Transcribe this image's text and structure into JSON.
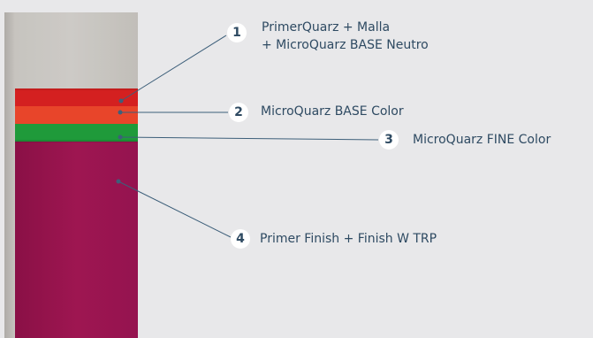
{
  "colors": {
    "background": "#e8e8ea",
    "concrete": "#bdbab5",
    "red_layer": "#d42020",
    "orange_layer": "#e8452a",
    "green_layer": "#1f9a3a",
    "magenta_layer": "#9e1651",
    "leader_line": "#3d5f7a",
    "text": "#2e4a62"
  },
  "callouts": [
    {
      "number": "1",
      "line1": "PrimerQuarz + Malla",
      "line2": "+ MicroQuarz BASE Neutro"
    },
    {
      "number": "2",
      "line1": "MicroQuarz BASE Color"
    },
    {
      "number": "3",
      "line1": "MicroQuarz FINE Color"
    },
    {
      "number": "4",
      "line1": "Primer Finish + Finish W TRP"
    }
  ]
}
